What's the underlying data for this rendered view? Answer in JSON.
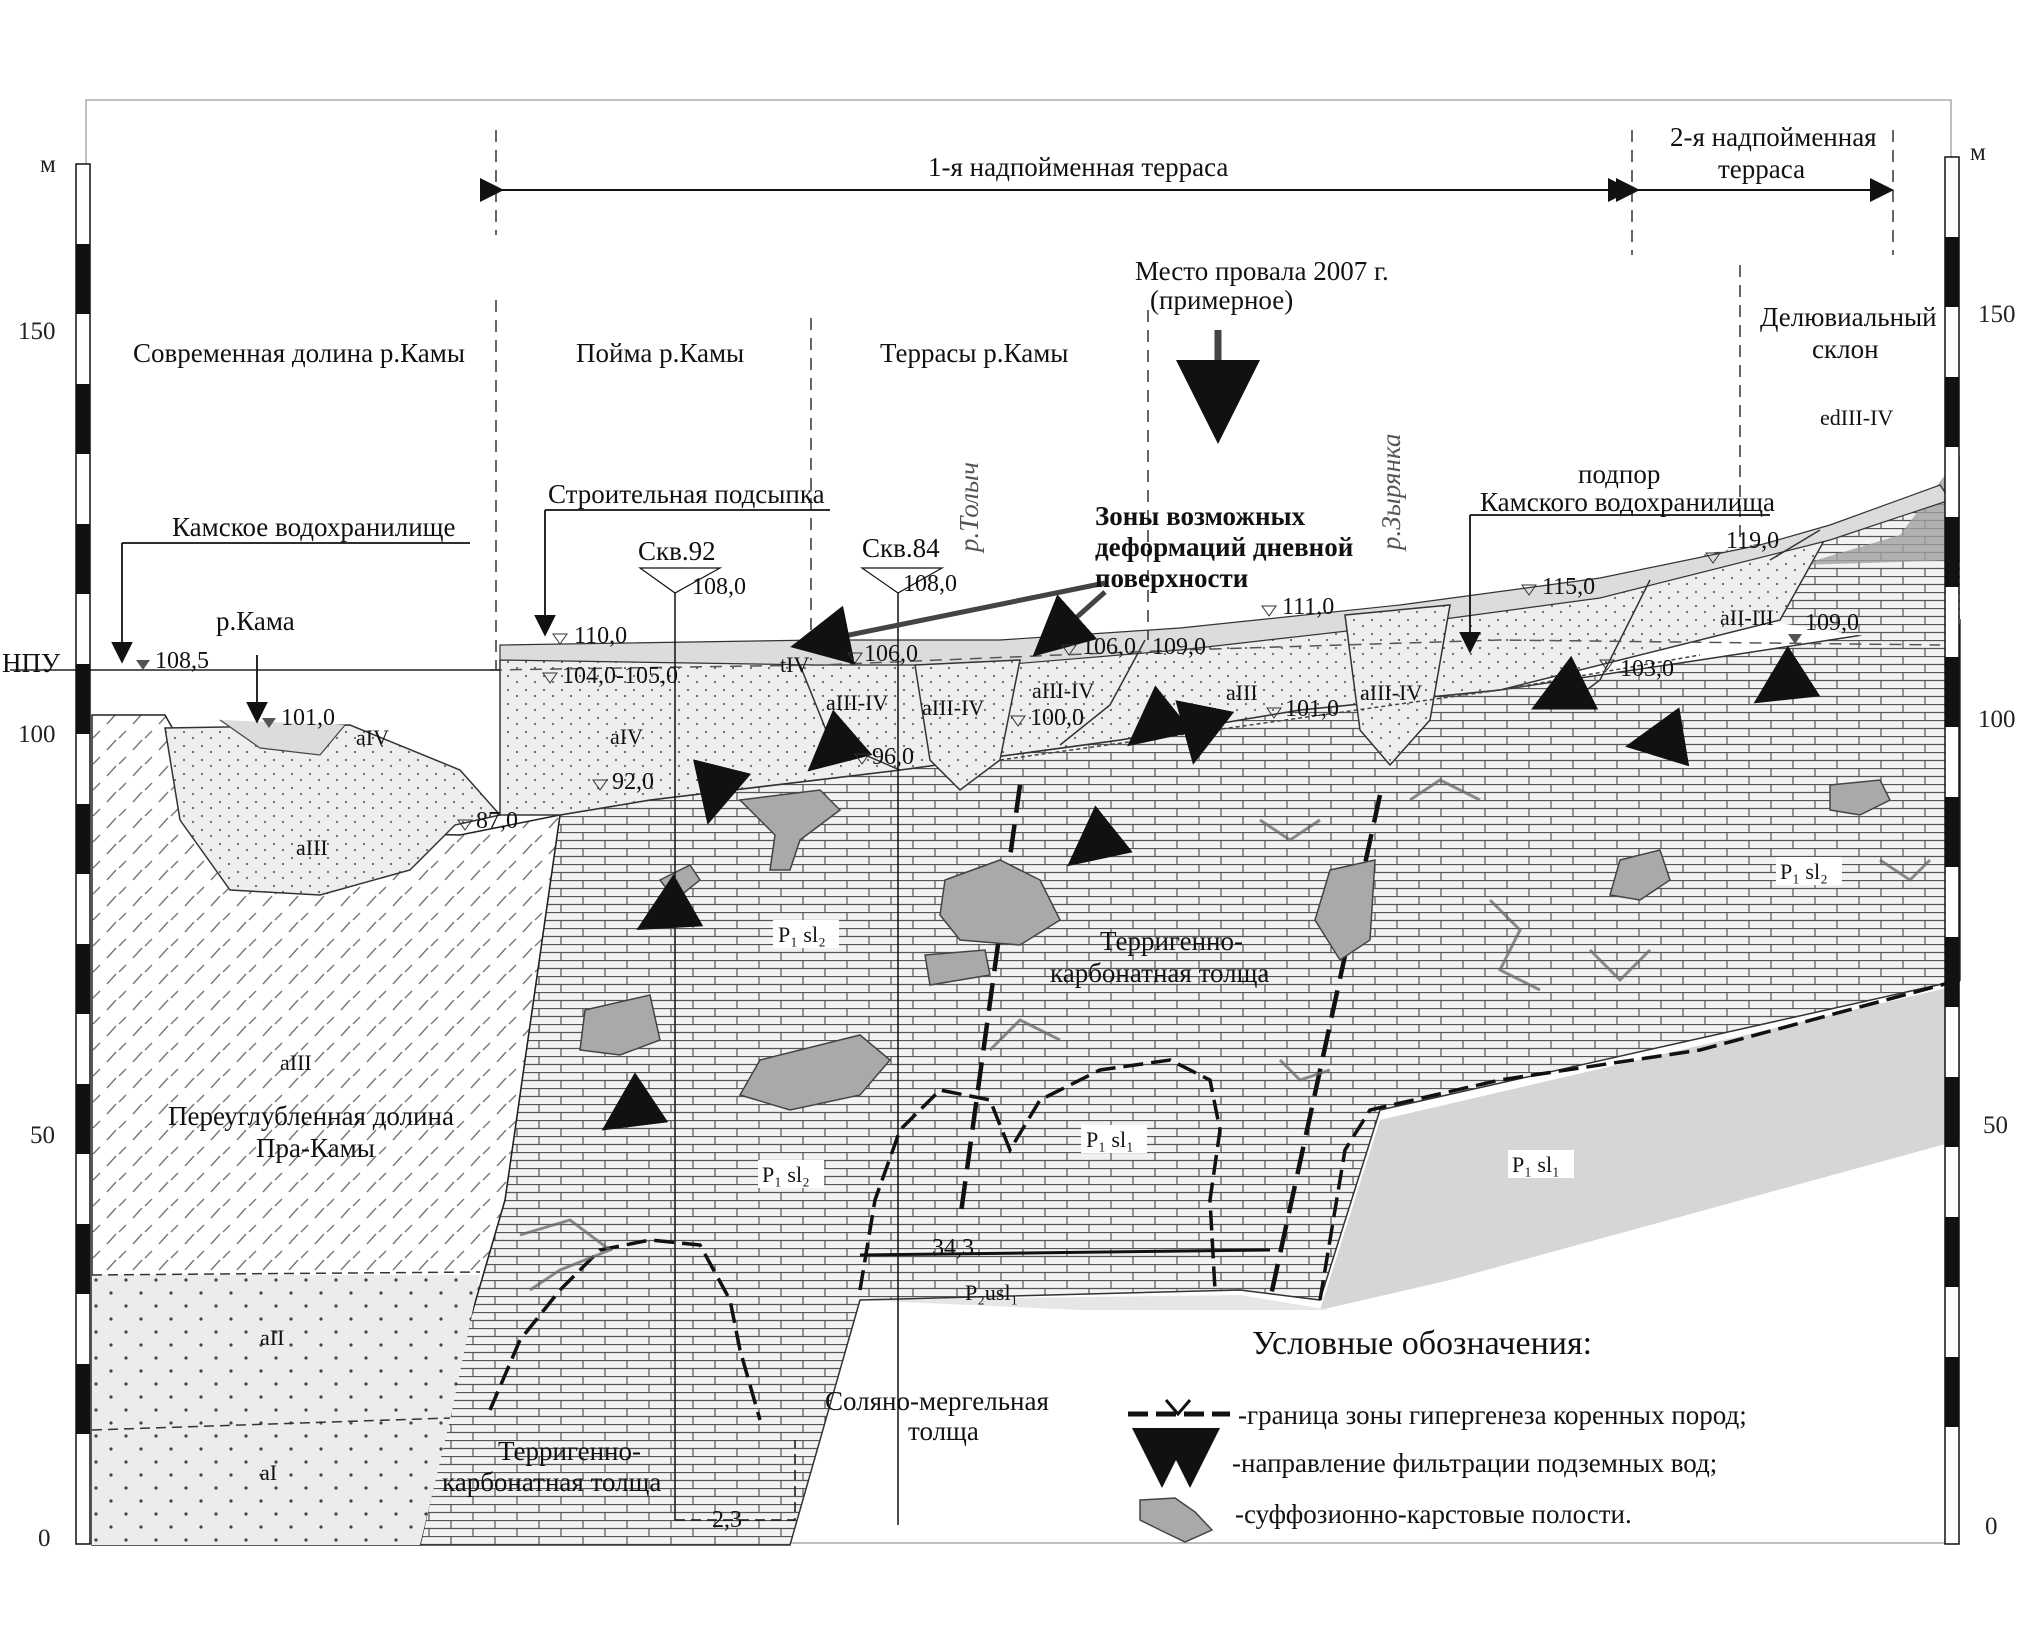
{
  "axis": {
    "unit": "м",
    "ticks": [
      "0",
      "50",
      "100",
      "150"
    ]
  },
  "zones": {
    "terrace1": "1-я надпойменная  терраса",
    "terrace2_line1": "2-я надпойменная",
    "terrace2_line2": "терраса",
    "modern_valley": "Современная долина р.Камы",
    "floodplain": "Пойма р.Камы",
    "terraces": "Террасы р.Камы",
    "slope_line1": "Делювиальный",
    "slope_line2": "склон"
  },
  "labels": {
    "collapse_line1": "Место провала  2007 г.",
    "collapse_line2": "(примерное)",
    "fill": "Строительная подсыпка",
    "reservoir": "Камское водохранилище",
    "kama": "р.Кама",
    "npu": "НПУ",
    "backwater_line1": "подпор",
    "backwater_line2": "Камского водохранилища",
    "deform_line1": "Зоны возможных",
    "deform_line2": "деформаций дневной",
    "deform_line3": "поверхности",
    "river_tolych": "р.Толыч",
    "river_zyryanka": "р.Зырянка",
    "well92": "Скв.92",
    "well84": "Скв.84",
    "terrig_line1": "Терригенно-",
    "terrig_line2": "карбонатная  толща",
    "terrig_mid_line1": "Терригенно-",
    "terrig_mid_line2": "карбонатная  толща",
    "salt_line1": "Соляно-мергельная",
    "salt_line2": "толща",
    "overdeep_line1": "Переуглубленная долина",
    "overdeep_line2": "Пра-Камы"
  },
  "indices": {
    "aIV_a": "aIV",
    "aIII_a": "aIII",
    "aIV_b": "aIV",
    "aIII_IV_a": "aIII-IV",
    "aIII_IV_b": "aIII-IV",
    "aIII_IV_c": "aIII-IV",
    "aIII_b": "aIII",
    "aIII_IV_d": "aIII-IV",
    "aII_III": "aII-III",
    "edIII_IV": "edIII-IV",
    "tIV": "tIV",
    "aIII_main": "aIII",
    "aII": "aII",
    "aI": "aI",
    "p1sl2_a": "P₁ sl₂",
    "p1sl2_b": "P₁ sl₂",
    "p1sl2_c": "P₁ sl₂",
    "p1sl1_a": "P₁ sl₁",
    "p1sl1_b": "P₁ sl₁",
    "p2usl1": "P₂usl₁"
  },
  "marks": {
    "m108_5": "108,5",
    "m101_0a": "101,0",
    "m110_0": "110,0",
    "m104_105": "104,0-105,0",
    "m108_0a": "108,0",
    "m108_0b": "108,0",
    "m106_0a": "106,0",
    "m106_0b": "106,0",
    "m109_0a": "109,0",
    "m111_0": "111,0",
    "m115_0": "115,0",
    "m119_0": "119,0",
    "m109_0b": "109,0",
    "m103_0": "103,0",
    "m100_0": "100,0",
    "m101_0b": "101,0",
    "m96_0": "96,0",
    "m92_0": "92,0",
    "m87_0": "87,0",
    "m34_3": "34,3",
    "m2_3": "2,3"
  },
  "legend": {
    "title": "Условные обозначения:",
    "items": [
      {
        "icon": "hypergenesis-boundary-icon",
        "text": "-граница зоны гипергенеза коренных пород;"
      },
      {
        "icon": "filtration-arrows-icon",
        "text": "-направление фильтрации подземных вод;"
      },
      {
        "icon": "karst-cavity-icon",
        "text": "-суффозионно-карстовые полости."
      }
    ]
  },
  "colors": {
    "alluvium": "#ececec",
    "bedrock_light": "#d6d6d6",
    "cavity": "#a9a9a9",
    "ink": "#111111"
  }
}
